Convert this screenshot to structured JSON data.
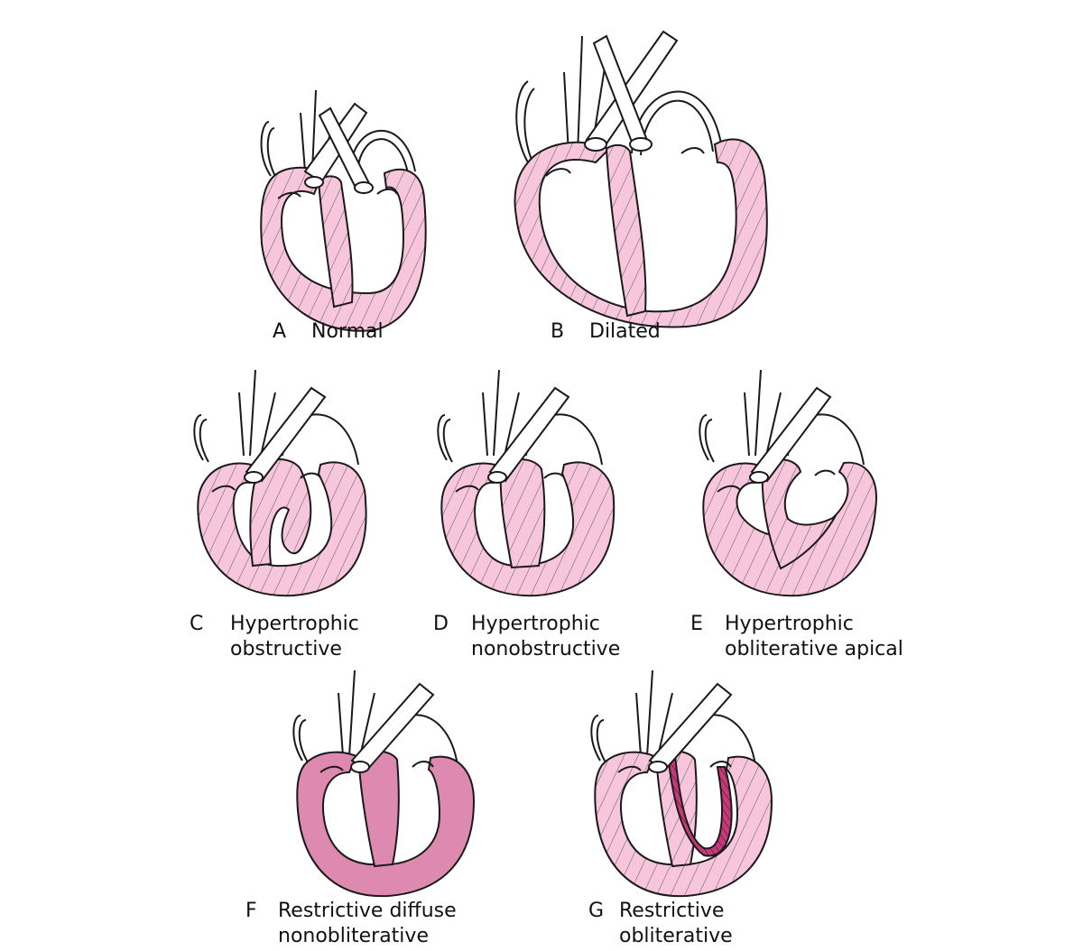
{
  "colors": {
    "myocardium": "#f8c6dc",
    "myocardium_dense": "#de8ab0",
    "endocardial_band": "#c43a7a",
    "outline": "#1a1a1a",
    "hatch": "#555555"
  },
  "panels": [
    {
      "letter": "A",
      "lines": [
        "Normal"
      ]
    },
    {
      "letter": "B",
      "lines": [
        "Dilated"
      ]
    },
    {
      "letter": "C",
      "lines": [
        "Hypertrophic",
        "obstructive"
      ]
    },
    {
      "letter": "D",
      "lines": [
        "Hypertrophic",
        "nonobstructive"
      ]
    },
    {
      "letter": "E",
      "lines": [
        "Hypertrophic",
        "obliterative apical"
      ]
    },
    {
      "letter": "F",
      "lines": [
        "Restrictive diffuse",
        "nonobliterative"
      ]
    },
    {
      "letter": "G",
      "lines": [
        "Restrictive",
        "obliterative"
      ]
    }
  ]
}
